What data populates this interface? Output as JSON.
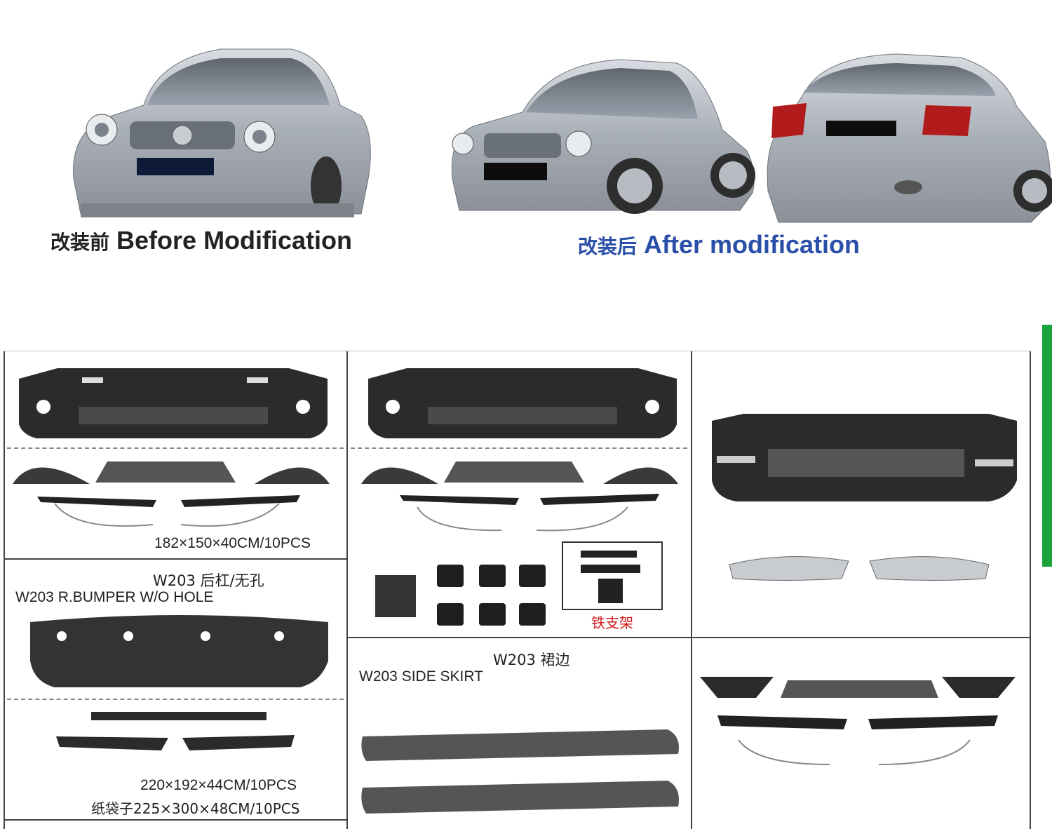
{
  "header": {
    "before_caption_cn": "改装前",
    "before_caption_en": "Before Modification",
    "after_caption_cn": "改装后",
    "after_caption_en": "After modification"
  },
  "panel_left": {
    "front_kit_spec": "182×150×40CM/10PCS",
    "rear_bumper_title_cn": "W203 后杠/无孔",
    "rear_bumper_title_en": "W203 R.BUMPER W/O HOLE",
    "rear_kit_spec_1": "220×192×44CM/10PCS",
    "rear_kit_spec_2": "纸袋子225×300×48CM/10PCS"
  },
  "panel_middle": {
    "iron_bracket_label": "铁支架",
    "side_skirt_title_cn": "W203 裙边",
    "side_skirt_title_en": "W203 SIDE SKIRT"
  },
  "colors": {
    "accent_blue": "#2a4fa8",
    "accent_green": "#1aa33c",
    "label_red": "#d21b1b"
  }
}
